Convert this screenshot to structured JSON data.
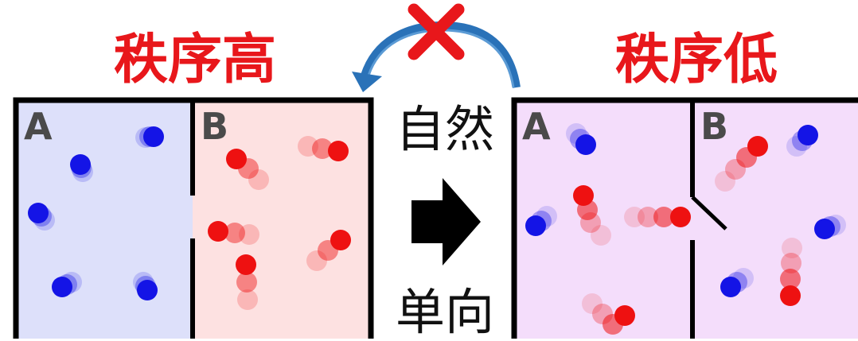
{
  "left_panel": {
    "title": "秩序高",
    "label_a": "A",
    "label_b": "B"
  },
  "right_panel": {
    "title": "秩序低",
    "label_a": "A",
    "label_b": "B"
  },
  "arrow": {
    "top_text": "自然",
    "bottom_text": "单向"
  },
  "colors": {
    "title_red": "#e8171b",
    "blue_chamber": "#dde0fa",
    "red_chamber": "#fde1e1",
    "mixed_chamber": "#f4ddfb",
    "blue_particle": "#1414e6",
    "red_particle": "#ee1111",
    "curved_arrow": "#2a72b8",
    "cross": "#e8171b"
  },
  "icons": [
    "curved-arrow-icon",
    "cross-icon",
    "right-arrow-icon"
  ]
}
